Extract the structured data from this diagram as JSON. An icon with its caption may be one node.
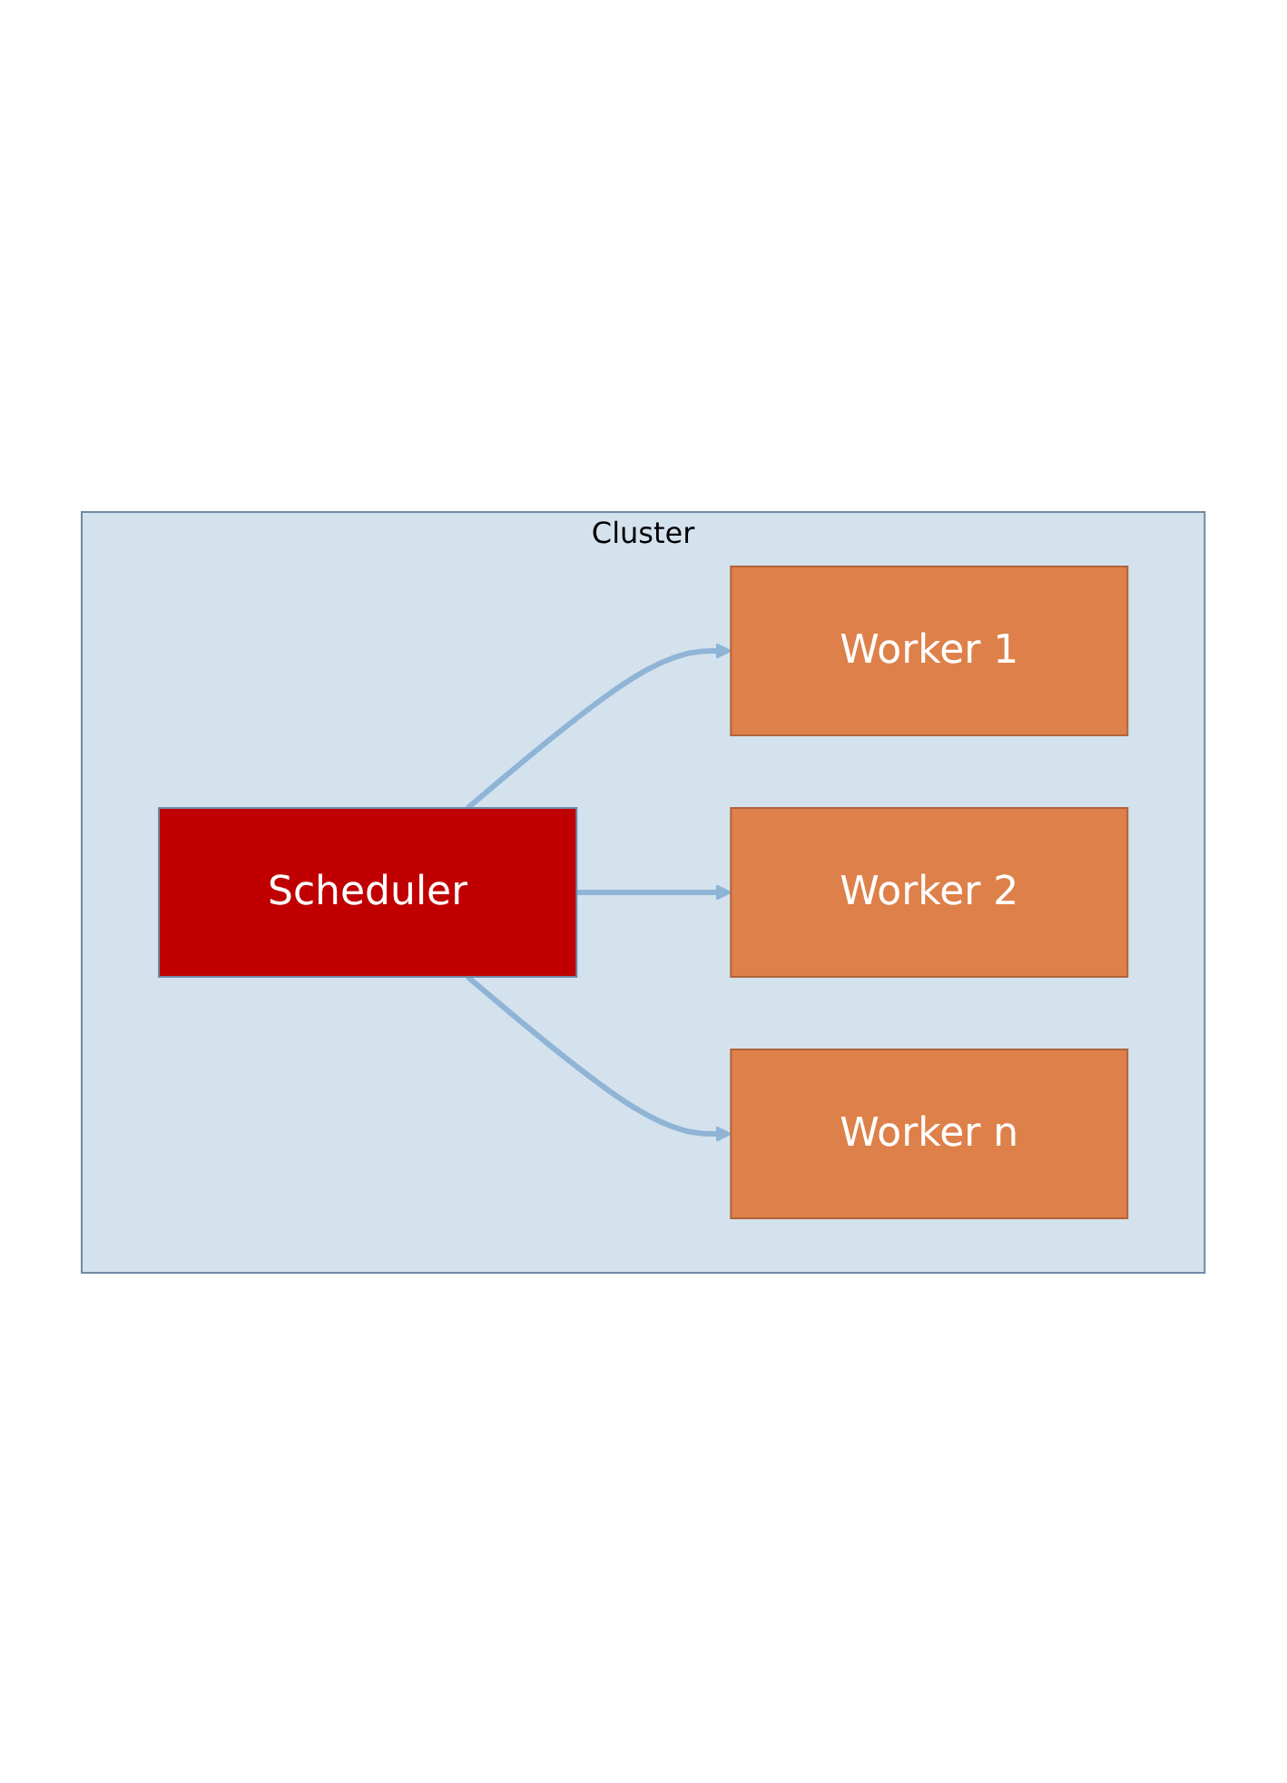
{
  "diagram": {
    "nodes": [
      {
        "text": [
          "Cluster"
        ]
      },
      {
        "text": [
          "Scheduler"
        ],
        "in": 0
      },
      {
        "text": [
          "Worker 1"
        ],
        "in": 0
      },
      {
        "text": [
          "Worker 2"
        ],
        "in": 0
      },
      {
        "text": [
          "Worker n"
        ],
        "in": 0
      }
    ],
    "edges": [
      {
        "from": 1,
        "to": 2,
        "arrow": "to"
      },
      {
        "from": 1,
        "to": 3,
        "arrow": "to"
      },
      {
        "from": 1,
        "to": 4,
        "arrow": "to"
      }
    ]
  }
}
